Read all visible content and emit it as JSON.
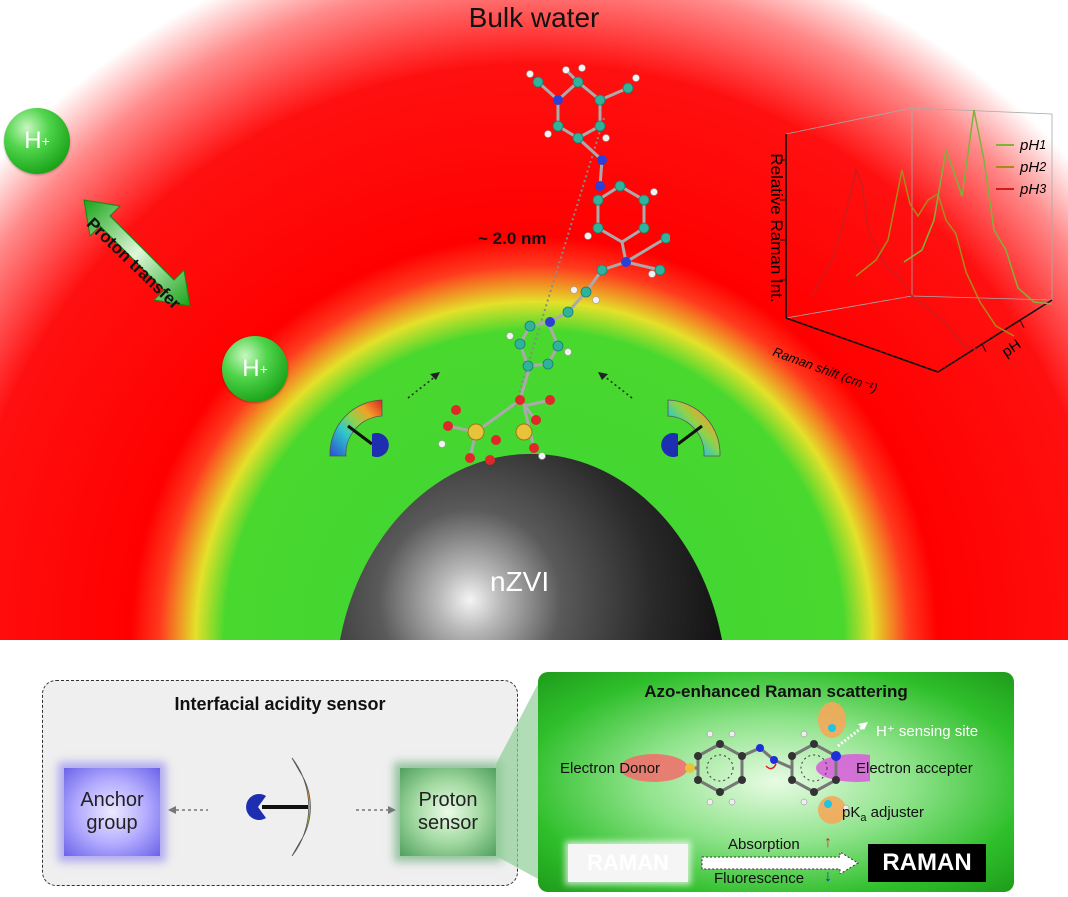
{
  "title": "Bulk water",
  "h_plus": "H",
  "h_plus_sup": "+",
  "proton_transfer": "Proton transfer",
  "distance": "~ 2.0 nm",
  "nzvi": "nZVI",
  "inset": {
    "ylabel": "Relative Raman Int.",
    "xlabel": "Raman shift (cm⁻¹)",
    "zlabel": "pH",
    "legend": [
      {
        "name": "pH",
        "sub": "1",
        "color": "#7fb23a"
      },
      {
        "name": "pH",
        "sub": "2",
        "color": "#a88a1a"
      },
      {
        "name": "pH",
        "sub": "3",
        "color": "#cf1d1d"
      }
    ]
  },
  "left_panel": {
    "title": "Interfacial acidity sensor",
    "anchor_line1": "Anchor",
    "anchor_line2": "group",
    "proton_line1": "Proton",
    "proton_line2": "sensor"
  },
  "right_panel": {
    "title": "Azo-enhanced Raman scattering",
    "h_sensing": "H⁺ sensing site",
    "electron_donor": "Electron Donor",
    "electron_accepter": "Electron accepter",
    "pka_main": "pK",
    "pka_sub": "a",
    "pka_rest": " adjuster",
    "absorption": "Absorption",
    "fluorescence": "Fluorescence",
    "raman_left": "RAMAN",
    "raman_right": "RAMAN"
  }
}
